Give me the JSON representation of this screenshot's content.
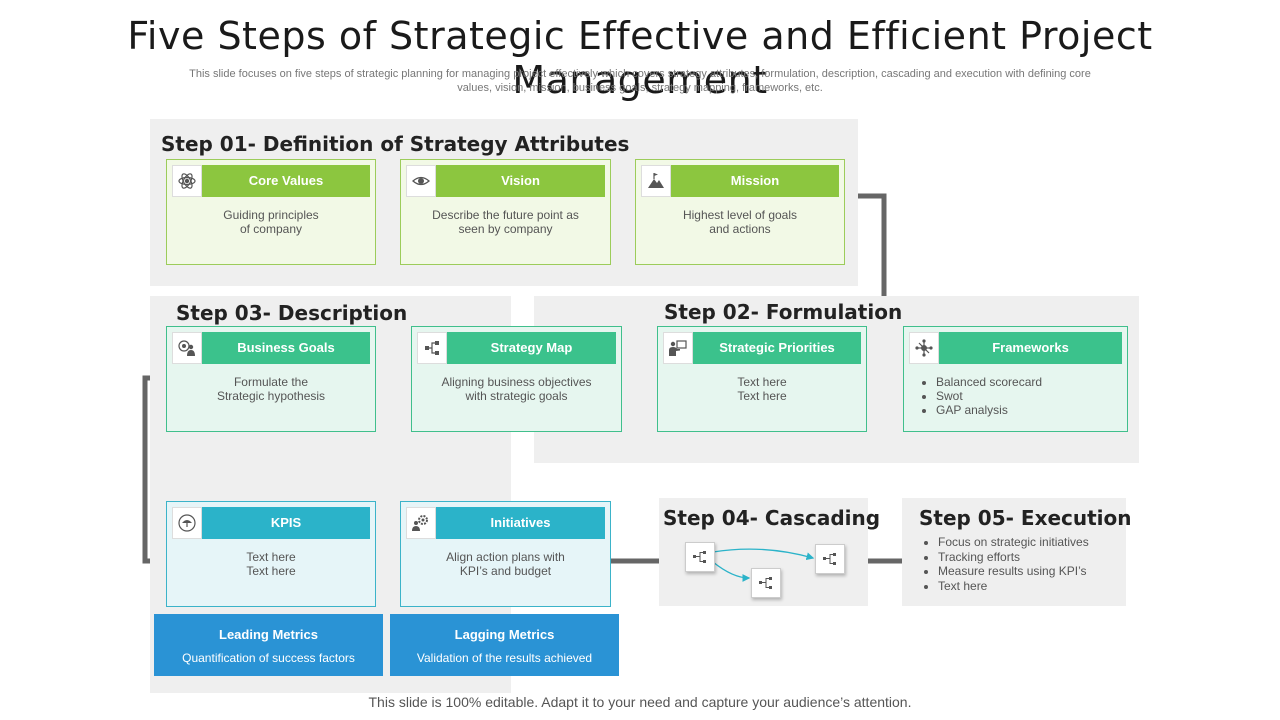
{
  "title": "Five Steps of Strategic Effective and Efficient Project Management",
  "subtitle": "This slide focuses on five steps of strategic planning for managing project effectively which covers strategy attributes, formulation, description, cascading and execution with defining core values, vision, mission, business goals, strategy mapping, frameworks, etc.",
  "footer": "This slide is 100% editable. Adapt it to your need and capture your audience’s attention.",
  "colors": {
    "green": "#8cc63f",
    "teal": "#3bc28c",
    "cyan": "#2bb3c9",
    "blue": "#2a93d5",
    "panel": "#efefef",
    "connector": "#666666"
  },
  "step1": {
    "title": "Step 01- Definition of Strategy Attributes",
    "cards": [
      {
        "label": "Core Values",
        "icon": "atom-heart-icon",
        "text": [
          "Guiding principles",
          "of company"
        ]
      },
      {
        "label": "Vision",
        "icon": "eye-icon",
        "text": [
          "Describe the future point as",
          "seen by company"
        ]
      },
      {
        "label": "Mission",
        "icon": "mountain-flag-icon",
        "text": [
          "Highest level of goals",
          "and actions"
        ]
      }
    ]
  },
  "step2": {
    "title": "Step 02- Formulation",
    "cards": [
      {
        "label": "Strategic Priorities",
        "icon": "presenter-icon",
        "text": [
          "Text here",
          "Text here"
        ]
      },
      {
        "label": "Frameworks",
        "icon": "network-icon",
        "bullets": [
          "Balanced scorecard",
          "Swot",
          "GAP analysis"
        ]
      }
    ]
  },
  "step3": {
    "title": "Step 03- Description",
    "cards": [
      {
        "label": "Business Goals",
        "icon": "target-person-icon",
        "text": [
          "Formulate the",
          "Strategic hypothesis"
        ]
      },
      {
        "label": "Strategy Map",
        "icon": "flowchart-icon",
        "text": [
          "Aligning business objectives",
          "with strategic goals"
        ]
      },
      {
        "label": "KPIS",
        "icon": "umbrella-icon",
        "text": [
          "Text here",
          "Text here"
        ]
      },
      {
        "label": "Initiatives",
        "icon": "gear-person-icon",
        "text": [
          "Align action plans with",
          "KPI’s and budget"
        ]
      }
    ],
    "metrics": [
      {
        "title": "Leading Metrics",
        "desc": "Quantification of success factors"
      },
      {
        "title": "Lagging Metrics",
        "desc": "Validation of the results achieved"
      }
    ]
  },
  "step4": {
    "title": "Step 04- Cascading",
    "icon": "cascade-nodes-icon"
  },
  "step5": {
    "title": "Step 05- Execution",
    "bullets": [
      "Focus on strategic initiatives",
      "Tracking efforts",
      "Measure results using KPI’s",
      "Text here"
    ]
  }
}
